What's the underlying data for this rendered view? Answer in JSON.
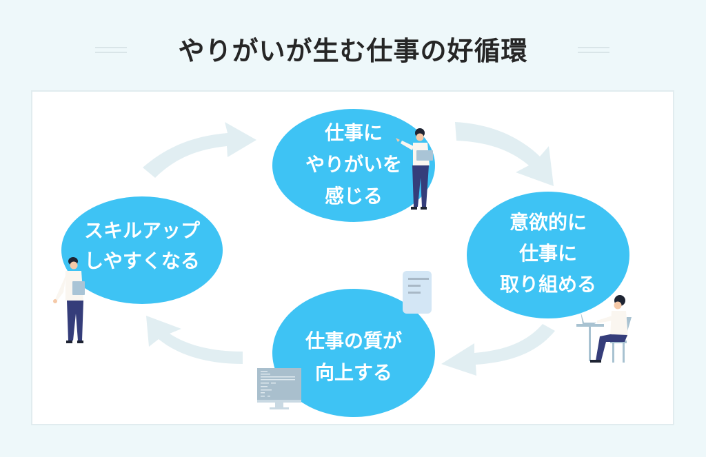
{
  "title": "やりがいが生む仕事の好循環",
  "colors": {
    "background": "#eef8fa",
    "bubble": "#3ec3f4",
    "arrow": "#e1eef2",
    "title_text": "#262626",
    "bubble_text": "#ffffff"
  },
  "cycle": {
    "steps": [
      {
        "id": "top",
        "lines": [
          "仕事に",
          "やりがいを",
          "感じる"
        ],
        "illustration": "person-pointing-with-tablet"
      },
      {
        "id": "right",
        "lines": [
          "意欲的に",
          "仕事に",
          "取り組める"
        ],
        "illustration": "person-at-laptop-desk"
      },
      {
        "id": "bottom",
        "lines": [
          "仕事の質が",
          "向上する"
        ],
        "illustration": "document-and-monitor"
      },
      {
        "id": "left",
        "lines": [
          "スキルアップ",
          "しやすくなる"
        ],
        "illustration": "person-holding-book"
      }
    ],
    "arrows": [
      "top-to-right",
      "right-to-bottom",
      "bottom-to-left",
      "left-to-top"
    ]
  }
}
